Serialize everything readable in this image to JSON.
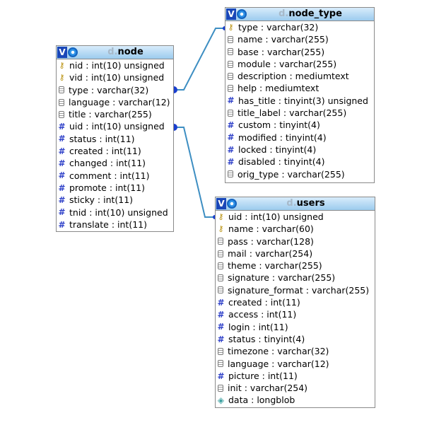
{
  "tables": {
    "node": {
      "db_prefix": "d.",
      "name": "node",
      "fields": [
        {
          "icon": "key",
          "text": "nid : int(10) unsigned"
        },
        {
          "icon": "key",
          "text": "vid : int(10) unsigned"
        },
        {
          "icon": "text",
          "text": "type : varchar(32)"
        },
        {
          "icon": "text",
          "text": "language : varchar(12)"
        },
        {
          "icon": "text",
          "text": "title : varchar(255)"
        },
        {
          "icon": "num",
          "text": "uid : int(10) unsigned"
        },
        {
          "icon": "num",
          "text": "status : int(11)"
        },
        {
          "icon": "num",
          "text": "created : int(11)"
        },
        {
          "icon": "num",
          "text": "changed : int(11)"
        },
        {
          "icon": "num",
          "text": "comment : int(11)"
        },
        {
          "icon": "num",
          "text": "promote : int(11)"
        },
        {
          "icon": "num",
          "text": "sticky : int(11)"
        },
        {
          "icon": "num",
          "text": "tnid : int(10) unsigned"
        },
        {
          "icon": "num",
          "text": "translate : int(11)"
        }
      ]
    },
    "node_type": {
      "db_prefix": "d.",
      "name": "node_type",
      "fields": [
        {
          "icon": "key",
          "text": "type : varchar(32)"
        },
        {
          "icon": "text",
          "text": "name : varchar(255)"
        },
        {
          "icon": "text",
          "text": "base : varchar(255)"
        },
        {
          "icon": "text",
          "text": "module : varchar(255)"
        },
        {
          "icon": "text",
          "text": "description : mediumtext"
        },
        {
          "icon": "text",
          "text": "help : mediumtext"
        },
        {
          "icon": "num",
          "text": "has_title : tinyint(3) unsigned"
        },
        {
          "icon": "text",
          "text": "title_label : varchar(255)"
        },
        {
          "icon": "num",
          "text": "custom : tinyint(4)"
        },
        {
          "icon": "num",
          "text": "modified : tinyint(4)"
        },
        {
          "icon": "num",
          "text": "locked : tinyint(4)"
        },
        {
          "icon": "num",
          "text": "disabled : tinyint(4)"
        },
        {
          "icon": "text",
          "text": "orig_type : varchar(255)"
        }
      ]
    },
    "users": {
      "db_prefix": "d.",
      "name": "users",
      "fields": [
        {
          "icon": "key",
          "text": "uid : int(10) unsigned"
        },
        {
          "icon": "key",
          "text": "name : varchar(60)"
        },
        {
          "icon": "text",
          "text": "pass : varchar(128)"
        },
        {
          "icon": "text",
          "text": "mail : varchar(254)"
        },
        {
          "icon": "text",
          "text": "theme : varchar(255)"
        },
        {
          "icon": "text",
          "text": "signature : varchar(255)"
        },
        {
          "icon": "text",
          "text": "signature_format : varchar(255)"
        },
        {
          "icon": "num",
          "text": "created : int(11)"
        },
        {
          "icon": "num",
          "text": "access : int(11)"
        },
        {
          "icon": "num",
          "text": "login : int(11)"
        },
        {
          "icon": "num",
          "text": "status : tinyint(4)"
        },
        {
          "icon": "text",
          "text": "timezone : varchar(32)"
        },
        {
          "icon": "text",
          "text": "language : varchar(12)"
        },
        {
          "icon": "num",
          "text": "picture : int(11)"
        },
        {
          "icon": "text",
          "text": "init : varchar(254)"
        },
        {
          "icon": "blob",
          "text": "data : longblob"
        }
      ]
    }
  },
  "icon_labels": {
    "view": "V"
  },
  "colors": {
    "header_top": "#d8ecfb",
    "header_bottom": "#9ccbee",
    "connector": "#3d8ec2",
    "connector_end": "#1a3fd0",
    "db_prefix": "#a7b9c9"
  }
}
